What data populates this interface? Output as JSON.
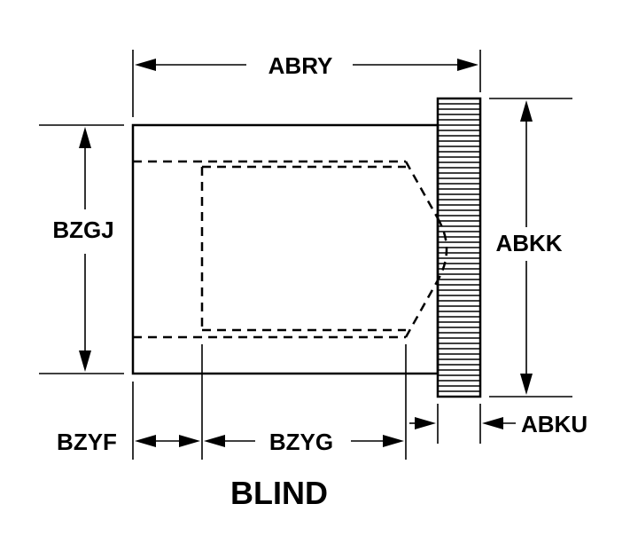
{
  "diagram": {
    "title": "BLIND",
    "dimensions": {
      "overall_length": "ABRY",
      "body_diameter": "BZGJ",
      "head_diameter": "ABKK",
      "head_thickness": "ABKU",
      "blind_offset": "BZYF",
      "hole_depth": "BZYG"
    }
  }
}
